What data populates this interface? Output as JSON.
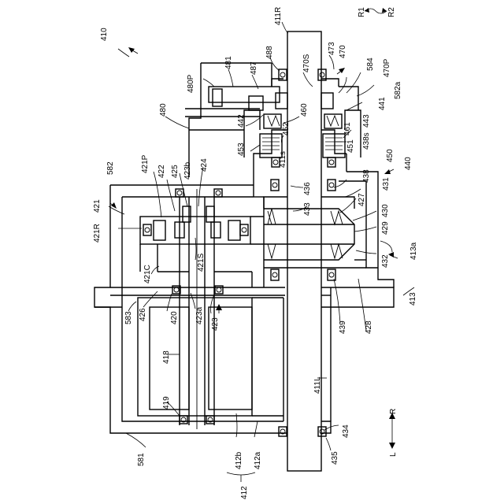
{
  "labels": {
    "l410": "410",
    "l411R": "411R",
    "l488": "488",
    "l481": "481",
    "l487": "487",
    "l480P": "480P",
    "l480": "480",
    "l470S": "470S",
    "l473": "473",
    "l470": "470",
    "l584": "584",
    "l470P": "470P",
    "l582a": "582a",
    "l441": "441",
    "l443": "443",
    "l461": "461",
    "l438s": "438s",
    "l442": "442",
    "l460": "460",
    "l452": "452",
    "l451": "451",
    "l453": "453",
    "l411s": "411s",
    "l450": "450",
    "l440": "440",
    "l582": "582",
    "l421P": "421P",
    "l422": "422",
    "l425": "425",
    "l423b": "423b",
    "l424": "424",
    "l436": "436",
    "l438": "438",
    "l431": "431",
    "l421": "421",
    "l427": "427",
    "l433": "433",
    "l430": "430",
    "l421R": "421R",
    "l429": "429",
    "l413a": "413a",
    "l421S": "421S",
    "l421C": "421C",
    "l432": "432",
    "l426": "426",
    "l413": "413",
    "l583": "583",
    "l420": "420",
    "l423a": "423a",
    "l423": "423",
    "l439": "439",
    "l428": "428",
    "l418": "418",
    "l411L": "411L",
    "l419": "419",
    "l412b": "412b",
    "l412a": "412a",
    "l434": "434",
    "l435": "435",
    "l581": "581",
    "l412": "412",
    "R1": "R1",
    "R2": "R2",
    "dirR": "R",
    "dirL": "L"
  }
}
